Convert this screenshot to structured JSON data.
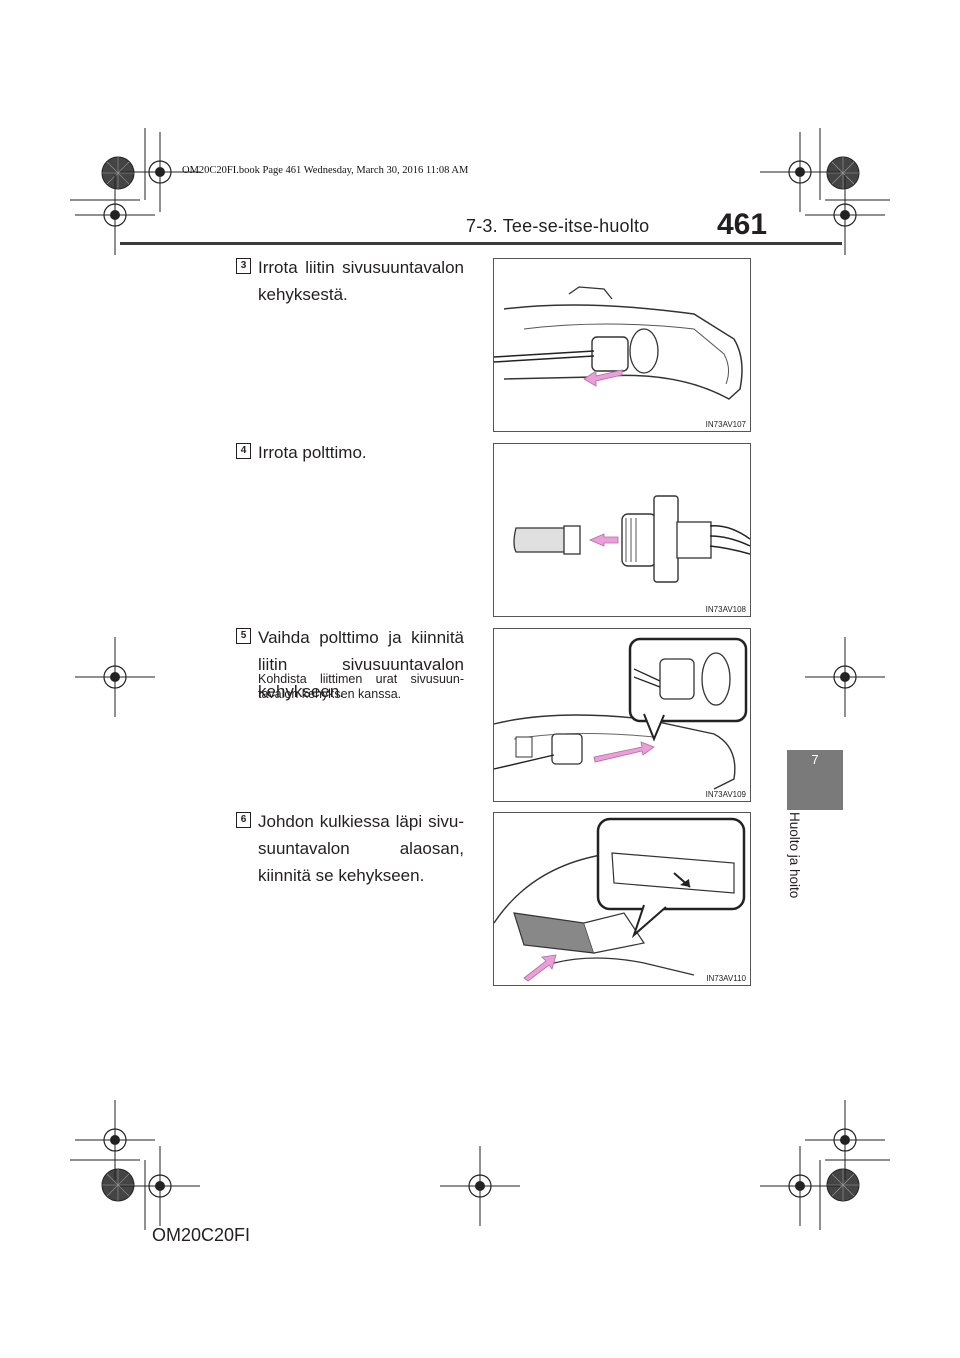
{
  "header": {
    "section_title": "7-3. Tee-se-itse-huolto",
    "page_number": "461",
    "book_info": "OM20C20FI.book  Page 461  Wednesday, March 30, 2016  11:08 AM"
  },
  "side_tab": {
    "chapter_number": "7",
    "chapter_label": "Huolto ja hoito"
  },
  "steps": [
    {
      "number": "3",
      "text": "Irrota liitin sivusuuntavalon kehyksestä.",
      "figure_code": "IN73AV107"
    },
    {
      "number": "4",
      "text": "Irrota polttimo.",
      "figure_code": "IN73AV108"
    },
    {
      "number": "5",
      "text": "Vaihda polttimo ja kiinnitä liitin sivusuuntavalon kehykseen.",
      "note": "Kohdista liittimen urat sivusuun-tavalon kehyksen kanssa.",
      "figure_code": "IN73AV109"
    },
    {
      "number": "6",
      "text": "Johdon kulkiessa läpi sivu-suuntavalon alaosan, kiinnitä se kehykseen.",
      "figure_code": "IN73AV110"
    }
  ],
  "footer": {
    "doc_code": "OM20C20FI"
  },
  "colors": {
    "arrow": "#e9a0d8",
    "side_tab": "#7a7a7a",
    "rule": "#3b3b3b"
  }
}
